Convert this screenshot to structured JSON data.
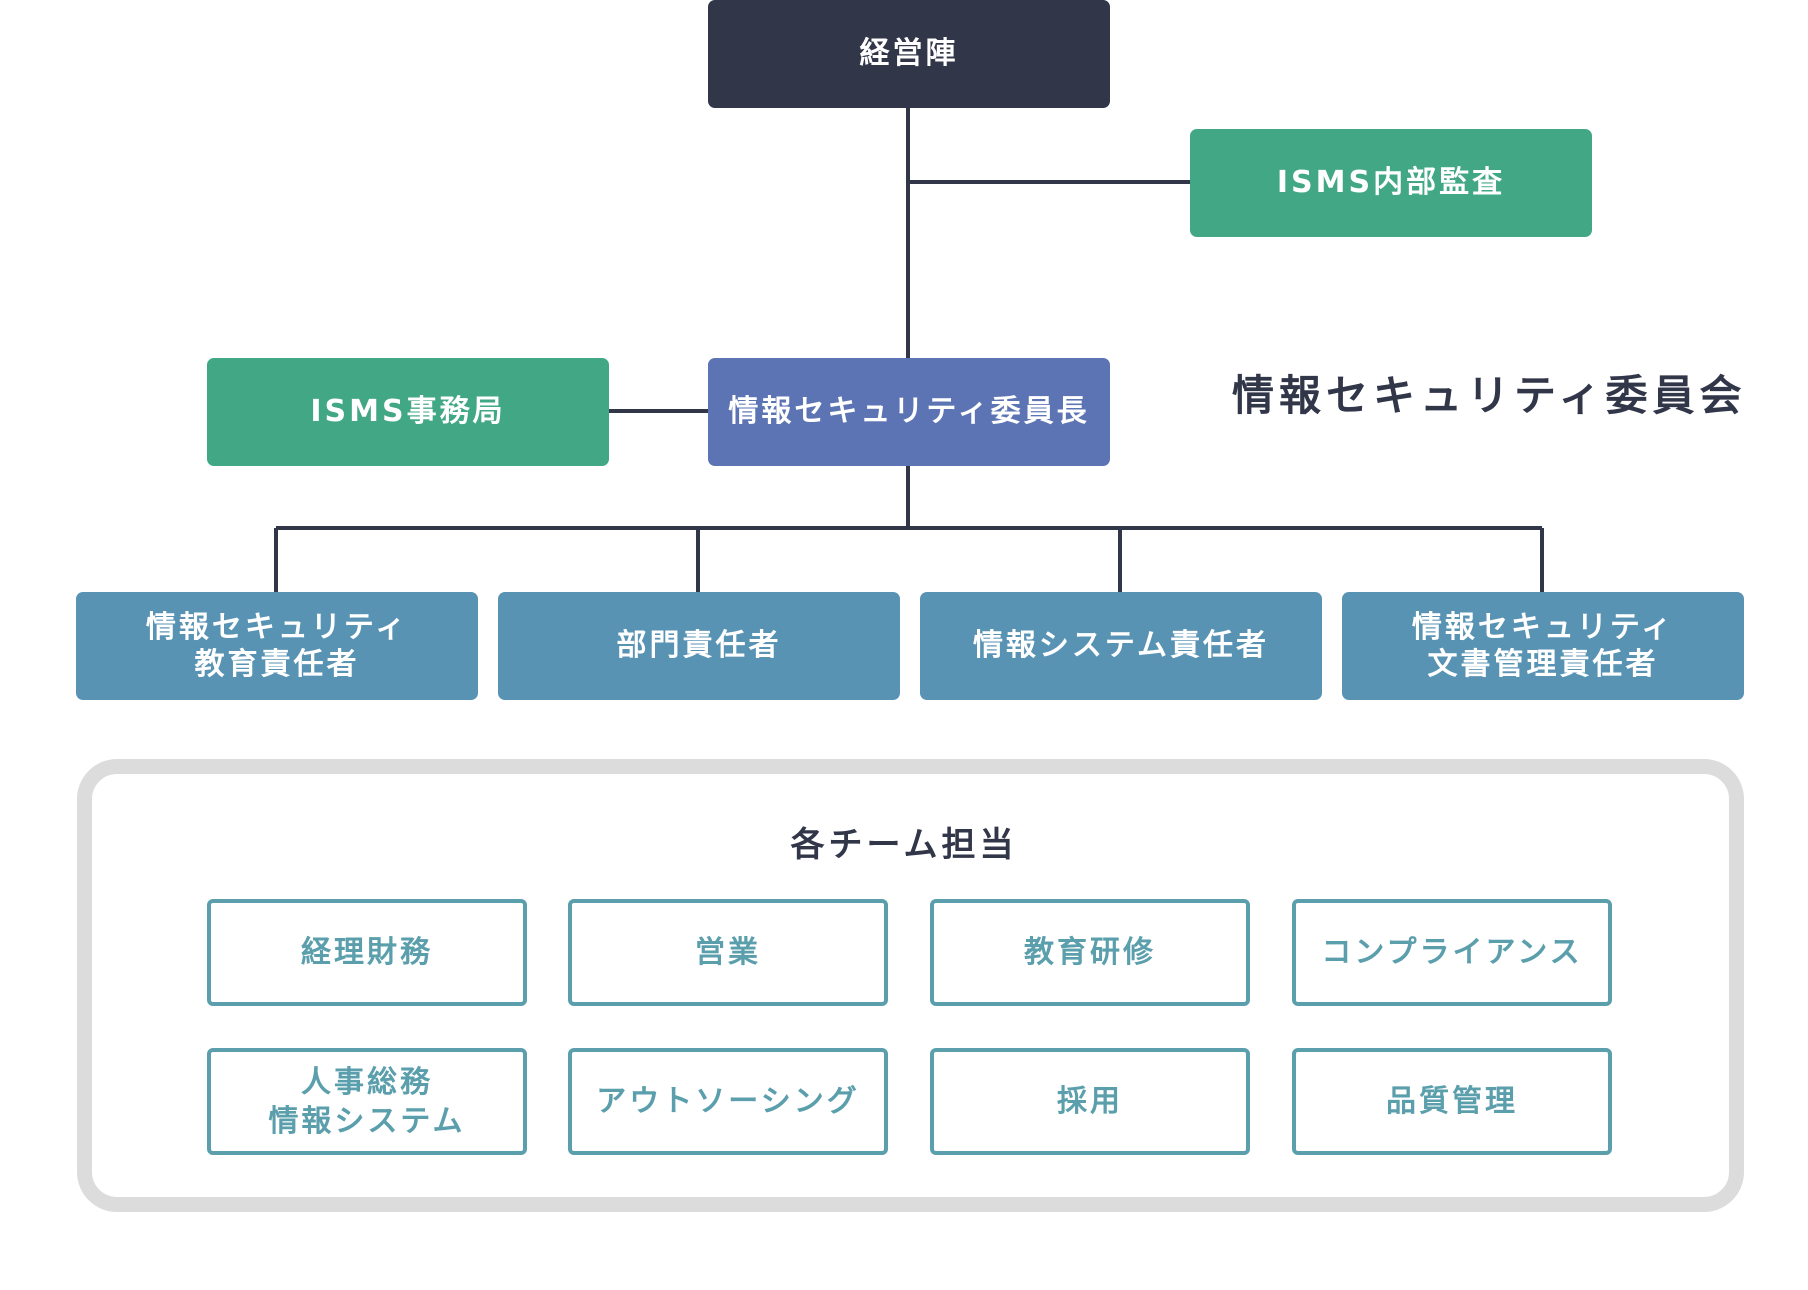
{
  "colors": {
    "dark_navy": "#313649",
    "green": "#41a785",
    "purple": "#5c74b3",
    "steel_blue": "#5893b4",
    "teal_outline": "#5b9fac",
    "panel_border": "#dcdcdc",
    "connector": "#313649"
  },
  "org": {
    "executive": "経営陣",
    "internal_audit": "ISMS内部監査",
    "secretariat": "ISMS事務局",
    "committee_chair": "情報セキュリティ委員長",
    "committee_label": "情報セキュリティ委員会",
    "managers": [
      "情報セキュリティ\n教育責任者",
      "部門責任者",
      "情報システム責任者",
      "情報セキュリティ\n文書管理責任者"
    ]
  },
  "teams": {
    "title": "各チーム担当",
    "items": [
      "経理財務",
      "営業",
      "教育研修",
      "コンプライアンス",
      "人事総務\n情報システム",
      "アウトソーシング",
      "採用",
      "品質管理"
    ]
  }
}
